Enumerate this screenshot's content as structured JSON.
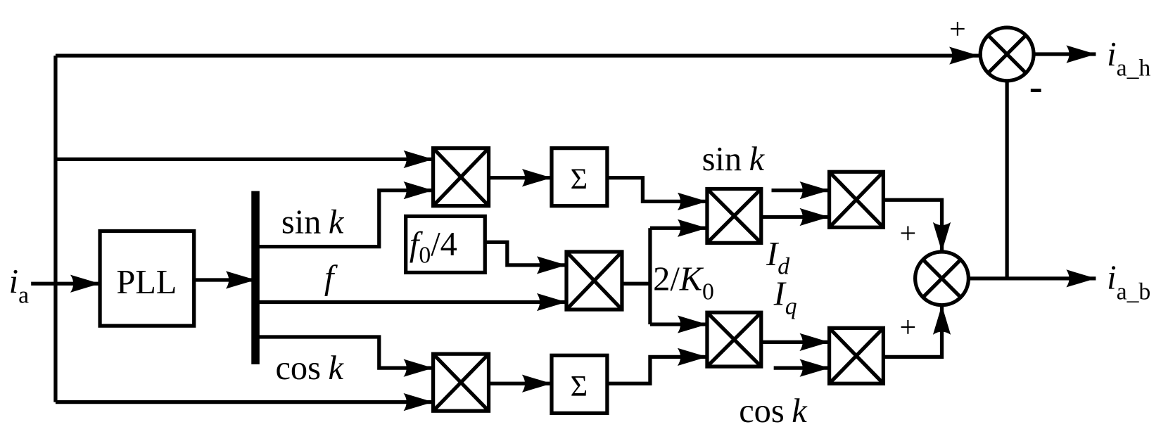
{
  "diagram": {
    "input": {
      "symbol": "i",
      "subscript": "a"
    },
    "output_h": {
      "symbol": "i",
      "subscript": "a_h"
    },
    "output_b": {
      "symbol": "i",
      "subscript": "a_b"
    },
    "pll_label": "PLL",
    "sum_label": "Σ",
    "bus_labels": {
      "sin": {
        "fn": "sin",
        "var": "k"
      },
      "f": "f",
      "cos": {
        "fn": "cos",
        "var": "k"
      }
    },
    "f0_block": {
      "f": "f",
      "sub": "0",
      "rest": "/4"
    },
    "gain_label": {
      "num": "2/",
      "K": "K",
      "sub": "0"
    },
    "Id_label": {
      "I": "I",
      "sub": "d"
    },
    "Iq_label": {
      "I": "I",
      "sub": "q"
    },
    "sin_k_right": {
      "fn": "sin",
      "var": "k"
    },
    "cos_k_right": {
      "fn": "cos",
      "var": "k"
    },
    "signs": {
      "top_plus": "+",
      "top_minus": "-",
      "mid_plus_1": "+",
      "mid_plus_2": "+"
    },
    "colors": {
      "stroke": "#000000",
      "background": "#ffffff"
    }
  }
}
